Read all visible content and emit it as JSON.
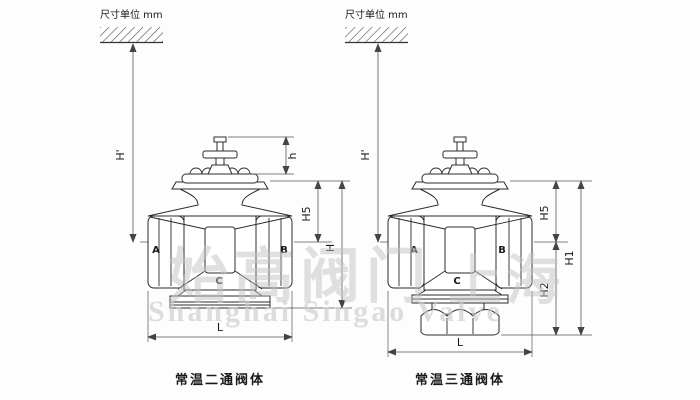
{
  "page": {
    "bg": "#fdfdfd",
    "colors": {
      "line": "#2b2b2b",
      "dimension": "#555555",
      "watermark": "#c2c2c2"
    },
    "watermark": {
      "cn_left": "始高阀门",
      "cn_right": "上海",
      "en": "Shanghai Singao Valve"
    }
  },
  "left": {
    "unit": "尺寸单位 mm",
    "caption": "常温二通阀体",
    "ports": {
      "a": "A",
      "b": "B",
      "c": "C"
    },
    "dims": {
      "hp": "H'",
      "h": "h",
      "h5": "H5",
      "H": "H",
      "L": "L"
    }
  },
  "right": {
    "unit": "尺寸单位 mm",
    "caption": "常温三通阀体",
    "ports": {
      "a": "A",
      "b": "B",
      "c": "C"
    },
    "dims": {
      "hp": "H'",
      "h5": "H5",
      "h1": "H1",
      "h2": "H2",
      "L": "L"
    }
  }
}
